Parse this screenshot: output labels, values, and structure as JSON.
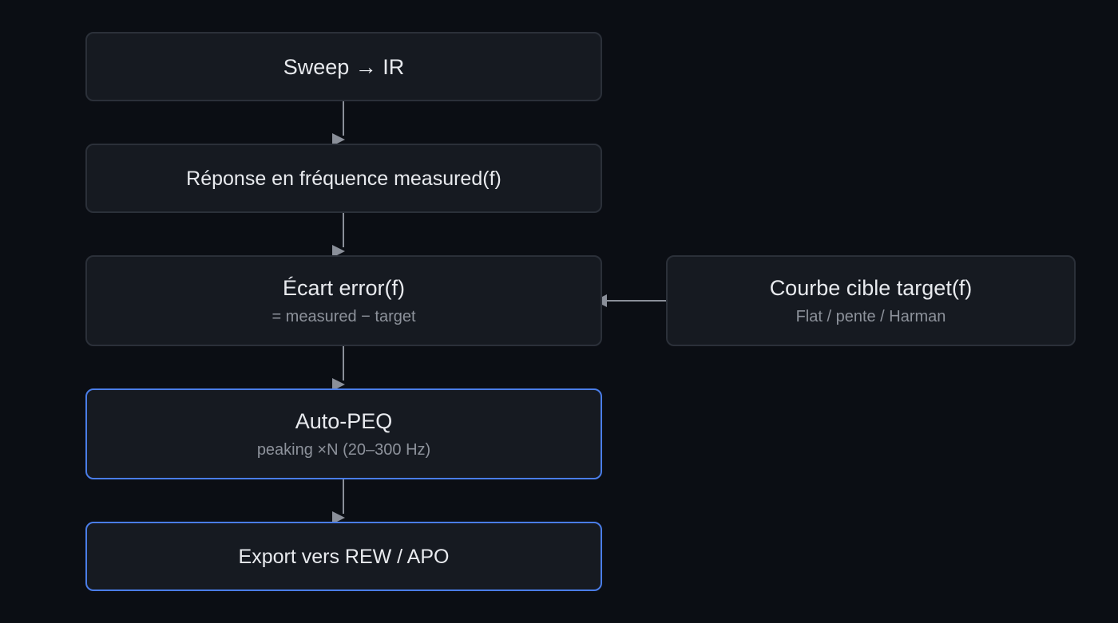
{
  "nodes": {
    "sweep": {
      "title": "Sweep → IR"
    },
    "response": {
      "title": "Réponse en fréquence measured(f)"
    },
    "error": {
      "title": "Écart error(f)",
      "subtitle": "= measured − target"
    },
    "target": {
      "title": "Courbe cible target(f)",
      "subtitle": "Flat / pente / Harman"
    },
    "autopeq": {
      "title": "Auto-PEQ",
      "subtitle": "peaking ×N (20–300 Hz)"
    },
    "export": {
      "title": "Export vers REW / APO"
    }
  },
  "colors": {
    "background": "#0b0e14",
    "node_fill": "#161a21",
    "node_border": "#2b3039",
    "accent_border": "#4a7de8",
    "edge": "#8a8f99"
  }
}
